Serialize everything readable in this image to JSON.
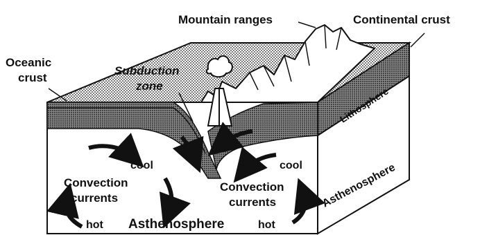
{
  "labels": {
    "mountain_ranges": "Mountain ranges",
    "continental_crust": "Continental crust",
    "oceanic_crust_line1": "Oceanic",
    "oceanic_crust_line2": "crust",
    "subduction_line1": "Subduction",
    "subduction_line2": "zone",
    "lithosphere": "Lithosphere",
    "asthenosphere_front": "Asthenosphere",
    "asthenosphere_side": "Asthenosphere",
    "cool_left": "cool",
    "cool_right": "cool",
    "convection_left_line1": "Convection",
    "convection_left_line2": "currents",
    "convection_right_line1": "Convection",
    "convection_right_line2": "currents",
    "hot_left": "hot",
    "hot_right": "hot"
  },
  "colors": {
    "ink": "#111111",
    "paper": "#ffffff"
  },
  "icons": {
    "volcano": "volcano-icon",
    "arrow": "curved-arrow-icon"
  }
}
